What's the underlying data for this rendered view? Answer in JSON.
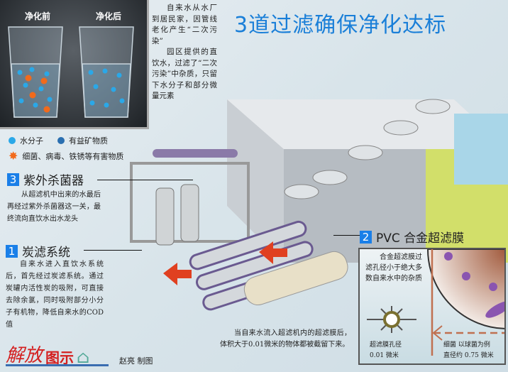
{
  "title": "3道过滤确保净化达标",
  "glasses": {
    "before_label": "净化前",
    "after_label": "净化后"
  },
  "intro": {
    "p1": "自来水从水厂到居民家，因管线老化产生“二次污染”",
    "p2": "园区提供的直饮水，过滤了“二次污染”中杂质，只留下水分子和部分微量元素"
  },
  "legend": {
    "water_molecule": "水分子",
    "minerals": "有益矿物质",
    "harmful": "细菌、病毒、铁锈等有害物质"
  },
  "steps": [
    {
      "num": "3",
      "title": "紫外杀菌器",
      "text": "从超滤机中出来的水最后再经过紫外杀菌器这一关，最终流向直饮水出水龙头"
    },
    {
      "num": "1",
      "title": "炭滤系统",
      "text": "自来水进入直饮水系统后，首先经过炭滤系统。通过炭罐内活性炭的吸附，可直接去除余氯，同时吸附部分小分子有机物，降低自来水的COD值"
    },
    {
      "num": "2",
      "title": "PVC 合金超滤膜",
      "text": "合金超滤膜过滤孔径小于绝大多数自来水中的杂质"
    }
  ],
  "membrane": {
    "pore_label": "超滤膜孔径",
    "pore_size": "0.01 微米",
    "bacteria_label": "细菌 以球菌为例",
    "bacteria_size": "直径约 0.75 微米"
  },
  "bottom_note": "当自来水流入超滤机内的超滤膜后，体积大于0.01微米的物体都被截留下来。",
  "logo": {
    "text": "解放",
    "suffix": "图示"
  },
  "credit": "赵亮 制图",
  "colors": {
    "accent": "#1a7fe8",
    "title": "#1a7fd8",
    "logo_red": "#d42020"
  }
}
